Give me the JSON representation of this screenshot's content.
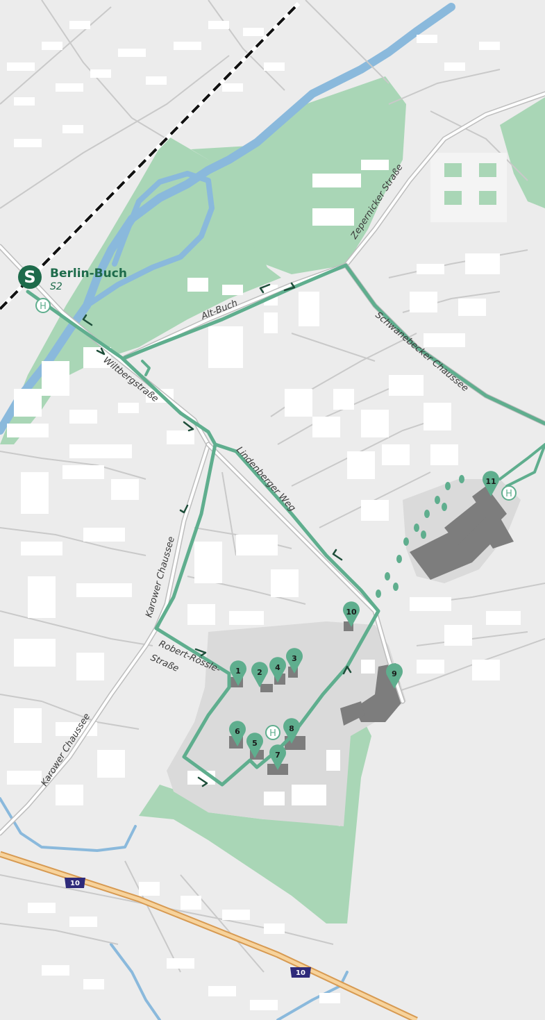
{
  "colors": {
    "background": "#ececec",
    "road": "#ffffff",
    "road_edge": "#cfcfcf",
    "main_road": "#c8c8c8",
    "park": "#a9d6b6",
    "water": "#8ab9dc",
    "campus": "#d9d9d9",
    "building_light": "#ffffff",
    "building_dark": "#7d7d7d",
    "route": "#5fae8e",
    "route_dark": "#1e4e3a",
    "pin": "#5fae8e",
    "motorway": "#f2b36b",
    "shield": "#2e2a7a",
    "station": "#1e6b4b"
  },
  "station": {
    "icon": "sbahn-logo-icon",
    "logo_letter": "S",
    "name": "Berlin-Buch",
    "line": "S2"
  },
  "bus_stop": {
    "icon": "bus-stop-icon",
    "letter": "H"
  },
  "motorway": {
    "shield": "10"
  },
  "streets": {
    "zepernicker": "Zepernicker Straße",
    "alt_buch": "Alt-Buch",
    "schwanebecker": "Schwanebecker Chaussee",
    "wiltberg": "Wiltbergstraße",
    "lindenberger": "Lindenberger Weg",
    "karower_1": "Karower Chaussee",
    "karower_2": "Karower Chaussee",
    "roessle_1": "Robert-Rössle-",
    "roessle_2": "Straße"
  },
  "pins": [
    {
      "n": "1"
    },
    {
      "n": "2"
    },
    {
      "n": "3"
    },
    {
      "n": "4"
    },
    {
      "n": "5"
    },
    {
      "n": "6"
    },
    {
      "n": "7"
    },
    {
      "n": "8"
    },
    {
      "n": "9"
    },
    {
      "n": "10"
    },
    {
      "n": "11"
    }
  ]
}
